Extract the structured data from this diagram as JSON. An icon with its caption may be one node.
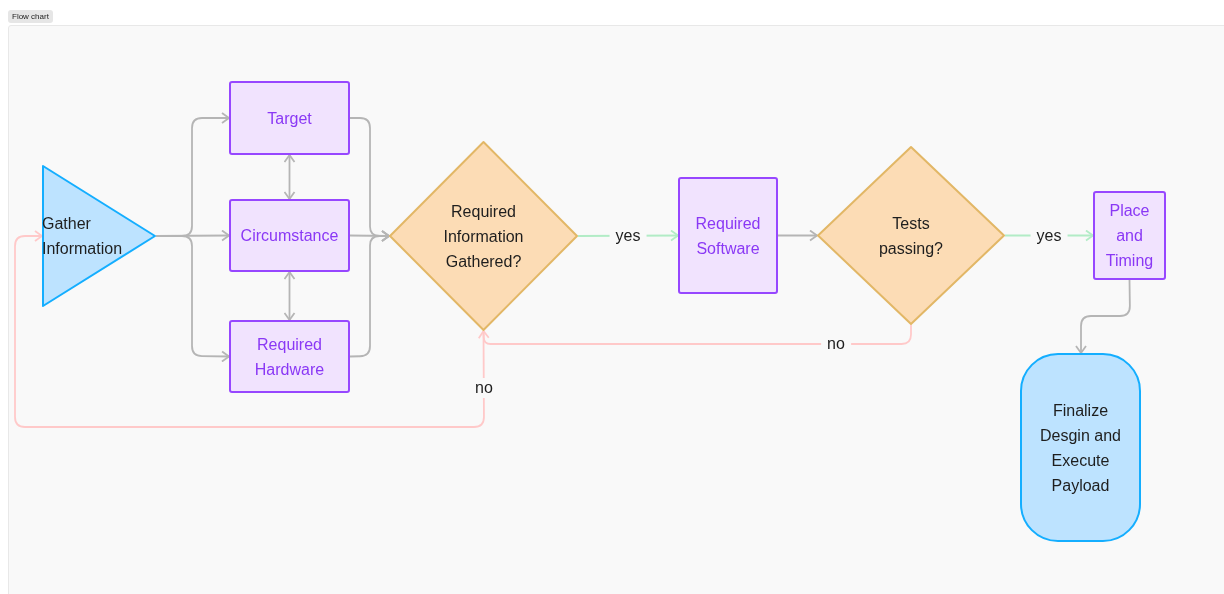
{
  "diagram": {
    "title": "Flow chart",
    "nodes": [
      {
        "text": [
          "Gather Information"
        ]
      },
      {
        "text": [
          "Target"
        ]
      },
      {
        "text": [
          "Circumstance"
        ]
      },
      {
        "text": [
          "Required Hardware"
        ]
      },
      {
        "text": [
          "Required Information Gathered?"
        ]
      },
      {
        "text": [
          "Required Software"
        ]
      },
      {
        "text": [
          "Tests passing?"
        ]
      },
      {
        "text": [
          "Place and Timing"
        ]
      },
      {
        "text": [
          "Finalize Desgin and Execute Payload"
        ]
      }
    ],
    "edges": [
      {
        "from": 0,
        "to": 1,
        "arrow": "to"
      },
      {
        "from": 0,
        "to": 2,
        "arrow": "to"
      },
      {
        "from": 0,
        "to": 3,
        "arrow": "to"
      },
      {
        "from": 1,
        "to": 2,
        "arrow": "both"
      },
      {
        "from": 2,
        "to": 3,
        "arrow": "both"
      },
      {
        "from": 1,
        "to": 4,
        "arrow": "to"
      },
      {
        "from": 2,
        "to": 4,
        "arrow": "to"
      },
      {
        "from": 3,
        "to": 4,
        "arrow": "to"
      },
      {
        "from": 4,
        "to": 5,
        "arrow": "to",
        "label": "yes",
        "color": "#b2ecc6"
      },
      {
        "from": 5,
        "to": 6,
        "arrow": "to"
      },
      {
        "from": 6,
        "to": 7,
        "arrow": "to",
        "label": "yes",
        "color": "#b2ecc6"
      },
      {
        "from": 7,
        "to": 8,
        "arrow": "to"
      },
      {
        "from": 6,
        "to": 4,
        "arrow": "to",
        "label": "no",
        "color": "#ffc9c9"
      },
      {
        "from": 4,
        "to": 0,
        "arrow": "to",
        "label": "no",
        "color": "#ffc9c9"
      }
    ]
  }
}
